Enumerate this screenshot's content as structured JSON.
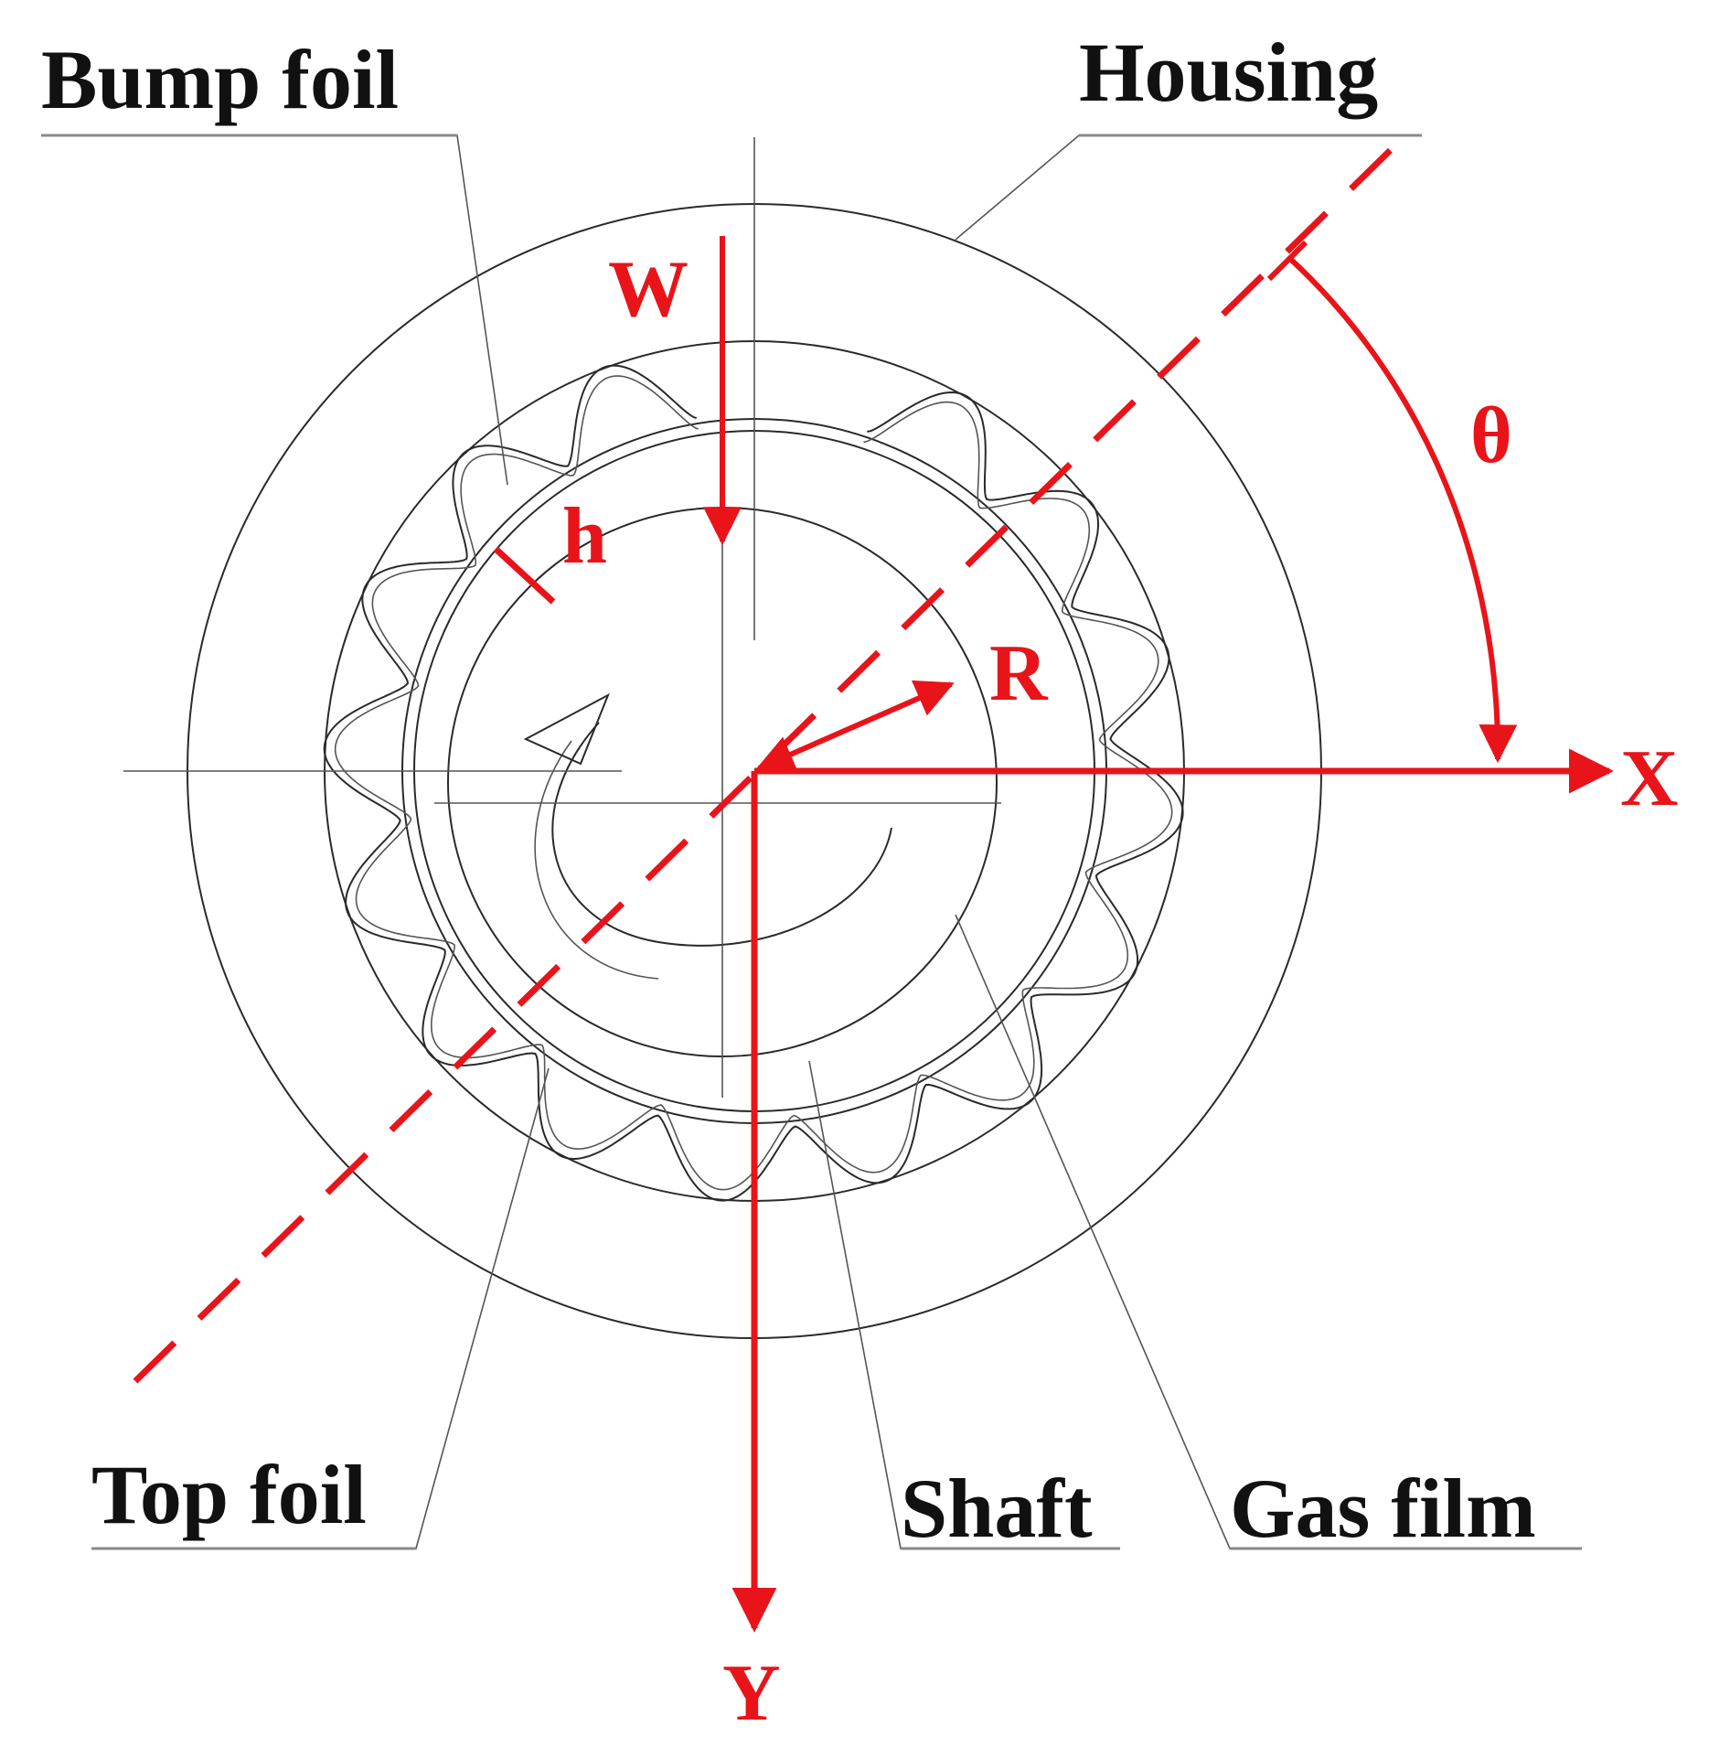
{
  "labels": {
    "bump_foil": "Bump foil",
    "housing": "Housing",
    "top_foil": "Top foil",
    "shaft": "Shaft",
    "gas_film": "Gas film"
  },
  "symbols": {
    "load": "W",
    "film_thickness": "h",
    "radius": "R",
    "angle": "θ",
    "x_axis": "X",
    "y_axis": "Y"
  },
  "colors": {
    "annotation": "#e8141a",
    "drawing": "#2a2a2a",
    "label": "#111111"
  }
}
